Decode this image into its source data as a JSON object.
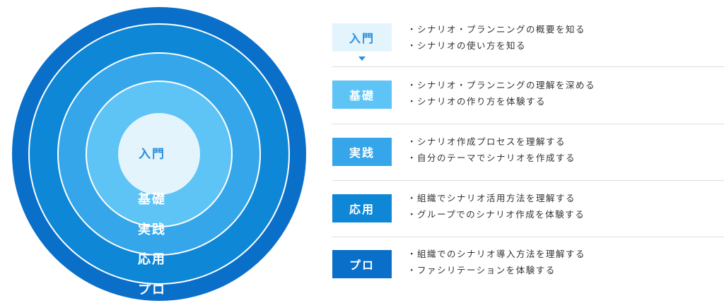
{
  "levels": [
    {
      "label": "入門",
      "color": "#e3f4fc",
      "text_color": "#2a8fe0",
      "arrow": "#c8e6f8",
      "items": [
        "・シナリオ・プランニングの概要を知る",
        "・シナリオの使い方を知る"
      ]
    },
    {
      "label": "基礎",
      "color": "#5ec3f5",
      "items": [
        "・シナリオ・プランニングの理解を深める",
        "・シナリオの作り方を体験する"
      ]
    },
    {
      "label": "実践",
      "color": "#36a6ea",
      "items": [
        "・シナリオ作成プロセスを理解する",
        "・自分のテーマでシナリオを作成する"
      ]
    },
    {
      "label": "応用",
      "color": "#0d87d6",
      "items": [
        "・組織でシナリオ活用方法を理解する",
        "・グループでのシナリオ作成を体験する"
      ]
    },
    {
      "label": "プロ",
      "color": "#0a6fc9",
      "items": [
        "・組織でのシナリオ導入方法を理解する",
        "・ファシリテーションを体験する"
      ]
    }
  ],
  "ring_colors": {
    "outer": "#0a6fc9",
    "ring2": "#0d87d6",
    "ring3": "#36a6ea",
    "ring4": "#5ec3f5",
    "center": "#e3f4fc",
    "separator": "#ffffff"
  }
}
